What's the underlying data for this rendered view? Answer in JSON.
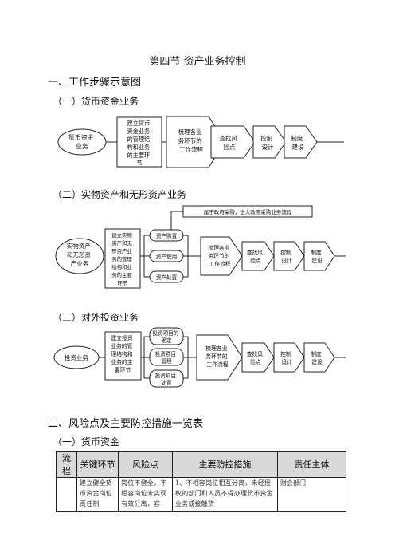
{
  "doc": {
    "title": "第四节 资产业务控制",
    "section1": "一、工作步骤示意图",
    "sub1": "（一）货币资金业务",
    "sub2": "（二）实物资产和无形资产业务",
    "sub3": "（三）对外投资业务",
    "section2": "二、风险点及主要防控措施一览表",
    "sub4": "（一）货币资金"
  },
  "flow1": {
    "start": [
      "货币资金",
      "业务"
    ],
    "box": [
      "建立货币",
      "资金业务",
      "的管理结",
      "构和业务",
      "的主要环",
      "节"
    ],
    "steps": [
      [
        "梳理各业",
        "务环节的",
        "工作流程"
      ],
      [
        "查找风",
        "险点"
      ],
      [
        "控制",
        "设计"
      ],
      [
        "制度",
        "建设"
      ]
    ]
  },
  "flow2": {
    "note": "属于政府采购，进入政府采购业务流程",
    "start": [
      "实物资产",
      "和无形资",
      "产业务"
    ],
    "box": [
      "建立实物",
      "资产和无",
      "形资产业",
      "务的管理",
      "结构和业",
      "务的主要",
      "环节"
    ],
    "subs": [
      "资产购置",
      "资产使用",
      "资产处置"
    ],
    "steps": [
      [
        "梳理各业",
        "务环节的",
        "工作流程"
      ],
      [
        "查找风",
        "险点"
      ],
      [
        "控制",
        "设计"
      ],
      [
        "制度",
        "建设"
      ]
    ]
  },
  "flow3": {
    "start": "投资业务",
    "box": [
      "建立投资",
      "业务的管",
      "理结构和",
      "业务的主",
      "要环节"
    ],
    "subs": [
      [
        "投资项目的",
        "确定"
      ],
      [
        "投资项目",
        "管理"
      ],
      [
        "投资项目",
        "处置"
      ]
    ],
    "steps": [
      [
        "梳理各业",
        "务环节的",
        "工作流程"
      ],
      [
        "查找风",
        "险点"
      ],
      [
        "控制",
        "设计"
      ],
      [
        "制度",
        "建设"
      ]
    ]
  },
  "table": {
    "headers": [
      "流程",
      "关键环节",
      "风险点",
      "主要防控措施",
      "责任主体"
    ],
    "row": {
      "c1": "",
      "c2": "建立健全货币资金岗位责任制",
      "c3": "岗位不健全，不相容岗位未实现有效分离，容",
      "c4": "1、不相容岗位相互分离，未经授权的部门和人员不得办理货币资金业务或接触货",
      "c5": "财会部门"
    }
  }
}
